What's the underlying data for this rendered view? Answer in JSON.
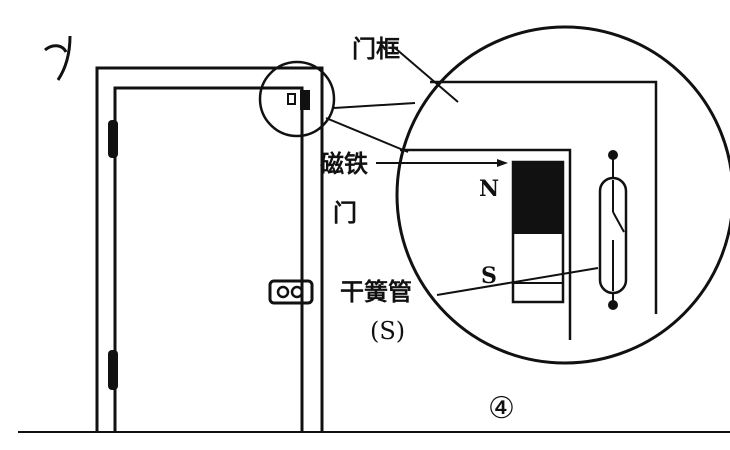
{
  "labels": {
    "door_frame": "门框",
    "magnet": "磁铁",
    "door": "门",
    "pole_n": "N",
    "pole_s": "S",
    "reed_switch": "干簧管",
    "reed_switch_symbol": "(S)",
    "figure_number": "④"
  },
  "colors": {
    "ink": "#111111",
    "background": "#ffffff"
  }
}
